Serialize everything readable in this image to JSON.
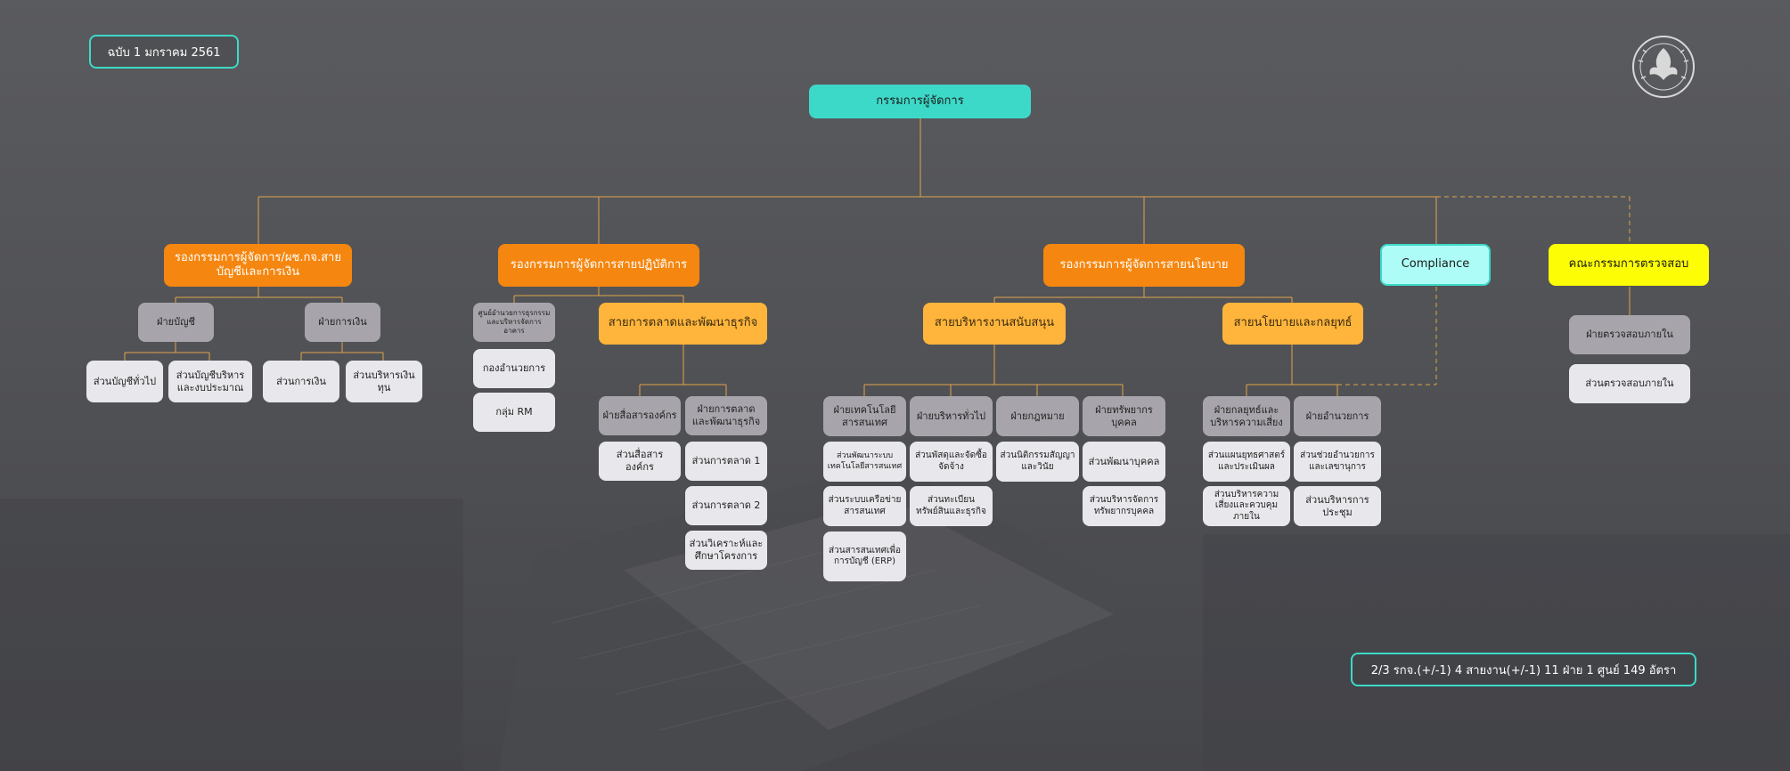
{
  "edition_label": "ฉบับ 1 มกราคม 2561",
  "summary": "2/3 รกจ.(+/-1) 4 สายงาน(+/-1) 11 ฝ่าย 1 ศูนย์ 149 อัตรา",
  "top": "กรรมการผู้จัดการ",
  "vp_finance": "รองกรรมการผู้จัดการ/ผช.กจ.สายบัญชีและการเงิน",
  "vp_ops": "รองกรรมการผู้จัดการสายปฏิบัติการ",
  "vp_policy": "รองกรรมการผู้จัดการสายนโยบาย",
  "compliance": "Compliance",
  "audit_committee": "คณะกรรมการตรวจสอบ",
  "finance": {
    "dept_account": "ฝ่ายบัญชี",
    "dept_money": "ฝ่ายการเงิน",
    "sec_general_account": "ส่วนบัญชีทั่วไป",
    "sec_mgmt_account": "ส่วนบัญชีบริหารและงบประมาณ",
    "sec_money": "ส่วนการเงิน",
    "sec_fund": "ส่วนบริหารเงินทุน"
  },
  "ops": {
    "center": "ศูนย์อำนวยการธุรกรรมและบริหารจัดการอาคาร",
    "group_admin": "กองอำนวยการ",
    "group_rm": "กลุ่ม RM",
    "line_marketing": "สายการตลาดและพัฒนาธุรกิจ",
    "dept_comm": "ฝ่ายสื่อสารองค์กร",
    "dept_marketing": "ฝ่ายการตลาดและพัฒนาธุรกิจ",
    "sec_comm": "ส่วนสื่อสารองค์กร",
    "sec_mkt1": "ส่วนการตลาด 1",
    "sec_mkt2": "ส่วนการตลาด 2",
    "sec_analysis": "ส่วนวิเคราะห์และศึกษาโครงการ"
  },
  "support": {
    "line": "สายบริหารงานสนับสนุน",
    "dept_it": "ฝ่ายเทคโนโลยีสารสนเทศ",
    "dept_general": "ฝ่ายบริหารทั่วไป",
    "dept_legal": "ฝ่ายกฎหมาย",
    "dept_hr": "ฝ่ายทรัพยากรบุคคล",
    "sec_it_dev": "ส่วนพัฒนาระบบเทคโนโลยีสารสนเทศ",
    "sec_network": "ส่วนระบบเครือข่ายสารสนเทศ",
    "sec_erp": "ส่วนสารสนเทศเพื่อการบัญชี (ERP)",
    "sec_procure": "ส่วนพัสดุและจัดซื้อจัดจ้าง",
    "sec_registry": "ส่วนทะเบียนทรัพย์สินและธุรกิจ",
    "sec_legal": "ส่วนนิติกรรมสัญญาและวินัย",
    "sec_hr_dev": "ส่วนพัฒนาบุคคล",
    "sec_hr_mgmt": "ส่วนบริหารจัดการทรัพยากรบุคคล"
  },
  "policy": {
    "line": "สายนโยบายและกลยุทธ์",
    "dept_strategy": "ฝ่ายกลยุทธ์และบริหารความเสี่ยง",
    "dept_admin": "ฝ่ายอำนวยการ",
    "sec_strategy_plan": "ส่วนแผนยุทธศาสตร์และประเมินผล",
    "sec_risk": "ส่วนบริหารความเสี่ยงและควบคุมภายใน",
    "sec_secretary": "ส่วนช่วยอำนวยการและเลขานุการ",
    "sec_meeting": "ส่วนบริหารการประชุม"
  },
  "audit": {
    "dept": "ฝ่ายตรวจสอบภายใน",
    "sec": "ส่วนตรวจสอบภายใน"
  }
}
